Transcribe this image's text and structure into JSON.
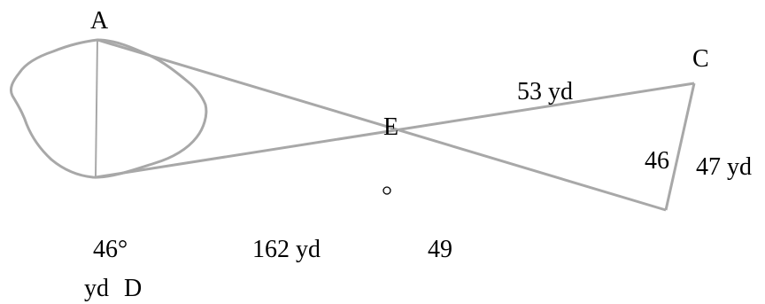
{
  "diagram": {
    "points": {
      "A": "A",
      "C": "C",
      "D": "D",
      "E": "E"
    },
    "labels": {
      "length_53": "53 yd",
      "side_46": "46",
      "length_47": "47 yd",
      "angle_46": "46°",
      "length_162": "162 yd",
      "value_49": "49",
      "unit_yd": "yd"
    },
    "colors": {
      "line": "#a8a8a8",
      "pond_outline": "#a8a8a8",
      "text": "#000000"
    }
  }
}
